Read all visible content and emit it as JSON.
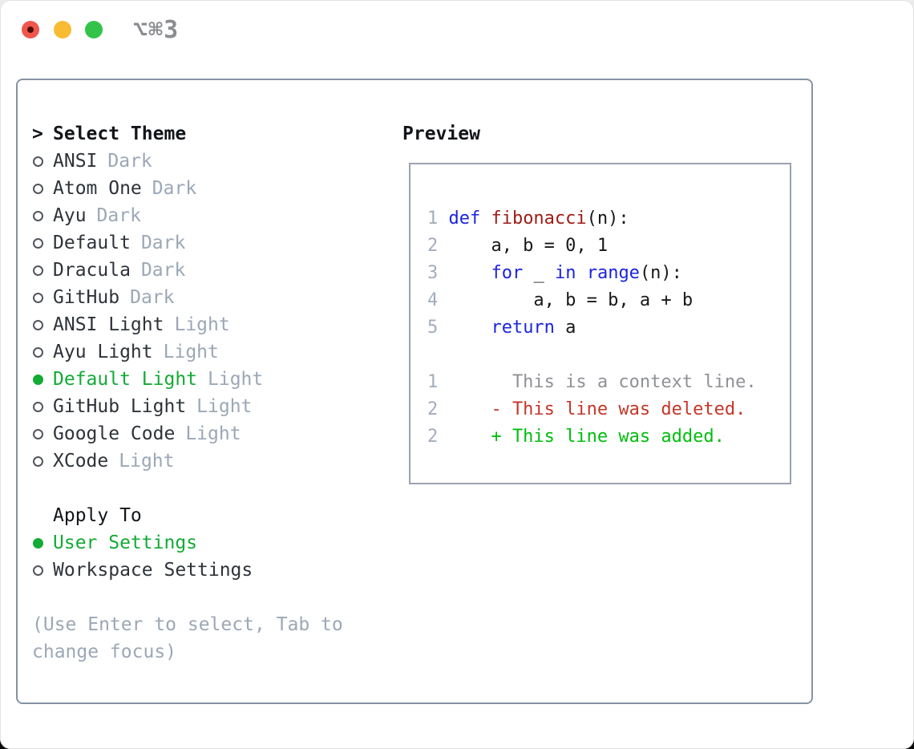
{
  "window": {
    "title": "⌥⌘3",
    "traffic_lights": [
      "close",
      "minimize",
      "maximize"
    ]
  },
  "colors": {
    "selected_green": "#12ab35",
    "diff_added_green": "#00bd0e",
    "diff_deleted_red": "#c43728",
    "keyword_blue": "#1c24e0",
    "function_darkred": "#9e1b15",
    "muted_gray": "#9ca7b6",
    "context_gray": "#8f9196",
    "panel_border": "#8593a3"
  },
  "theme_select": {
    "prompt": ">",
    "title": "Select Theme",
    "items": [
      {
        "name": "ANSI",
        "variant": "Dark",
        "selected": false
      },
      {
        "name": "Atom One",
        "variant": "Dark",
        "selected": false
      },
      {
        "name": "Ayu",
        "variant": "Dark",
        "selected": false
      },
      {
        "name": "Default",
        "variant": "Dark",
        "selected": false
      },
      {
        "name": "Dracula",
        "variant": "Dark",
        "selected": false
      },
      {
        "name": "GitHub",
        "variant": "Dark",
        "selected": false
      },
      {
        "name": "ANSI Light",
        "variant": "Light",
        "selected": false
      },
      {
        "name": "Ayu Light",
        "variant": "Light",
        "selected": false
      },
      {
        "name": "Default Light",
        "variant": "Light",
        "selected": true
      },
      {
        "name": "GitHub Light",
        "variant": "Light",
        "selected": false
      },
      {
        "name": "Google Code",
        "variant": "Light",
        "selected": false
      },
      {
        "name": "XCode",
        "variant": "Light",
        "selected": false
      }
    ]
  },
  "apply_to": {
    "title": "Apply To",
    "options": [
      {
        "label": "User Settings",
        "selected": true
      },
      {
        "label": "Workspace Settings",
        "selected": false
      }
    ]
  },
  "hint": "(Use Enter to select, Tab to change focus)",
  "preview": {
    "title": "Preview",
    "code": [
      {
        "n": "1",
        "s": [
          {
            "t": "def ",
            "c": "kw"
          },
          {
            "t": "fibonacci",
            "c": "fn"
          },
          {
            "t": "(n):",
            "c": "pl"
          }
        ]
      },
      {
        "n": "2",
        "s": [
          {
            "t": "    a, b = 0, 1",
            "c": "pl"
          }
        ]
      },
      {
        "n": "3",
        "s": [
          {
            "t": "    ",
            "c": "pl"
          },
          {
            "t": "for",
            "c": "kw"
          },
          {
            "t": " _ ",
            "c": "pl"
          },
          {
            "t": "in",
            "c": "kw"
          },
          {
            "t": " ",
            "c": "pl"
          },
          {
            "t": "range",
            "c": "kw"
          },
          {
            "t": "(n):",
            "c": "pl"
          }
        ]
      },
      {
        "n": "4",
        "s": [
          {
            "t": "        a, b = b, a + b",
            "c": "pl"
          }
        ]
      },
      {
        "n": "5",
        "s": [
          {
            "t": "    ",
            "c": "pl"
          },
          {
            "t": "return",
            "c": "kw"
          },
          {
            "t": " a",
            "c": "pl"
          }
        ]
      },
      {
        "n": "",
        "s": []
      },
      {
        "n": "1",
        "s": [
          {
            "t": "      This is a context line.",
            "c": "ctx"
          }
        ]
      },
      {
        "n": "2",
        "s": [
          {
            "t": "    - This line was deleted.",
            "c": "del"
          }
        ]
      },
      {
        "n": "2",
        "s": [
          {
            "t": "    + This line was added.",
            "c": "add"
          }
        ]
      }
    ]
  }
}
